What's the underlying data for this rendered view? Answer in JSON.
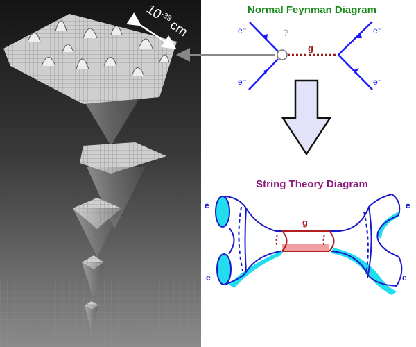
{
  "foam_panel": {
    "scale_label_base": "10",
    "scale_label_exponent": "-33",
    "scale_label_unit": "cm"
  },
  "feynman": {
    "title": "Normal Feynman Diagram",
    "question_mark": "?",
    "gluon_label": "g",
    "electron_labels": [
      "e⁻",
      "e⁻",
      "e⁻",
      "e⁻"
    ],
    "colors": {
      "title": "#1a8a1a",
      "lines": "#1a1aff",
      "gluon": "#9a1a1a"
    }
  },
  "string": {
    "title": "String Theory Diagram",
    "gluon_label": "g",
    "electron_labels": [
      "e",
      "e",
      "e",
      "e"
    ],
    "colors": {
      "title": "#8a1a7a",
      "outline": "#1a1acc",
      "fill": "#22ddee",
      "tube": "#b02020",
      "tube_fill": "#f0a0a0"
    }
  },
  "arrow": {
    "fill": "#e2e2fa"
  }
}
